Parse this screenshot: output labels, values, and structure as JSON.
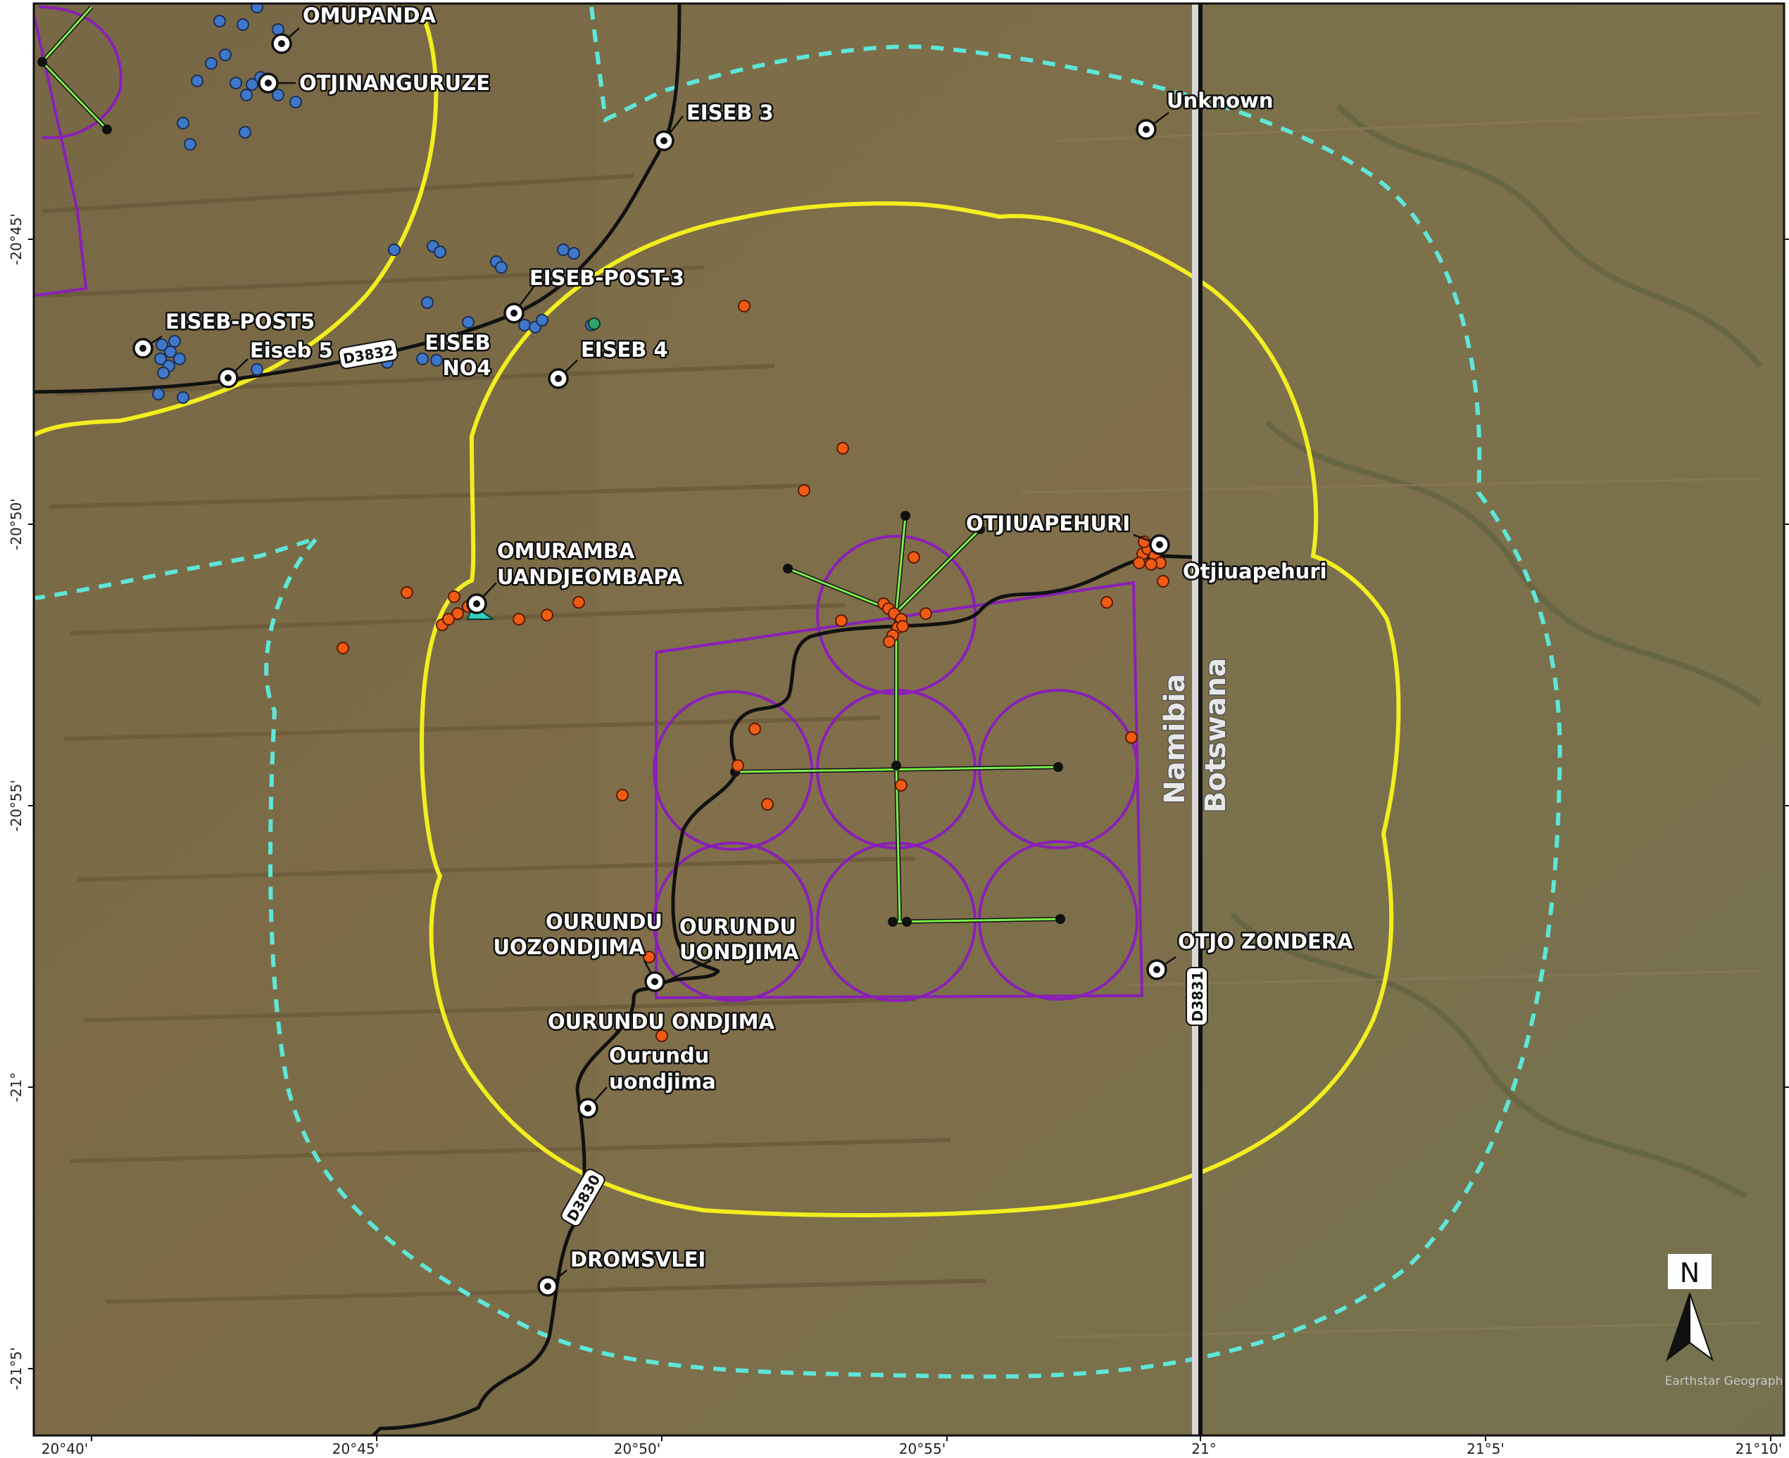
{
  "map": {
    "credit": "Earthstar Geographics",
    "north_letter": "N",
    "countries": [
      "Namibia",
      "Botswana"
    ],
    "roads": [
      "D3832",
      "D3830",
      "D3831"
    ],
    "colors": {
      "buffer_inner": "#f2ee1f",
      "buffer_outer": "#5ee6d8",
      "grid_outline": "#8a1fb8",
      "line_green": "#7cf04a",
      "point_orange": "#f05a14",
      "point_blue": "#3f78c8",
      "road": "#111111"
    }
  },
  "axes": {
    "x_ticks": [
      "20°40'",
      "20°45'",
      "20°50'",
      "20°55'",
      "21°",
      "21°5'",
      "21°10'"
    ],
    "y_ticks": [
      "-20°45'",
      "-20°50'",
      "-20°55'",
      "-21°",
      "-21°5'"
    ]
  },
  "places": [
    {
      "name": "OMUPANDA"
    },
    {
      "name": "OTJINANGURUZE"
    },
    {
      "name": "EISEB 3"
    },
    {
      "name": "Unknown"
    },
    {
      "name": "EISEB-POST-3"
    },
    {
      "name": "EISEB-POST5"
    },
    {
      "name": "Eiseb 5"
    },
    {
      "name": "EISEB",
      "name2": "NO4"
    },
    {
      "name": "EISEB 4"
    },
    {
      "name": "OTJIUAPEHURI"
    },
    {
      "name": "Otjiuapehuri"
    },
    {
      "name": "OMURAMBA",
      "name2": "UANDJEOMBAPA"
    },
    {
      "name": "OURUNDU",
      "name2": "UOZONDJIMA"
    },
    {
      "name": "OURUNDU",
      "name2": "UONDJIMA"
    },
    {
      "name": "OURUNDU ONDJIMA"
    },
    {
      "name": "Ourundu",
      "name2": "uondjima"
    },
    {
      "name": "OTJO ZONDERA"
    },
    {
      "name": "DROMSVLEI"
    }
  ]
}
